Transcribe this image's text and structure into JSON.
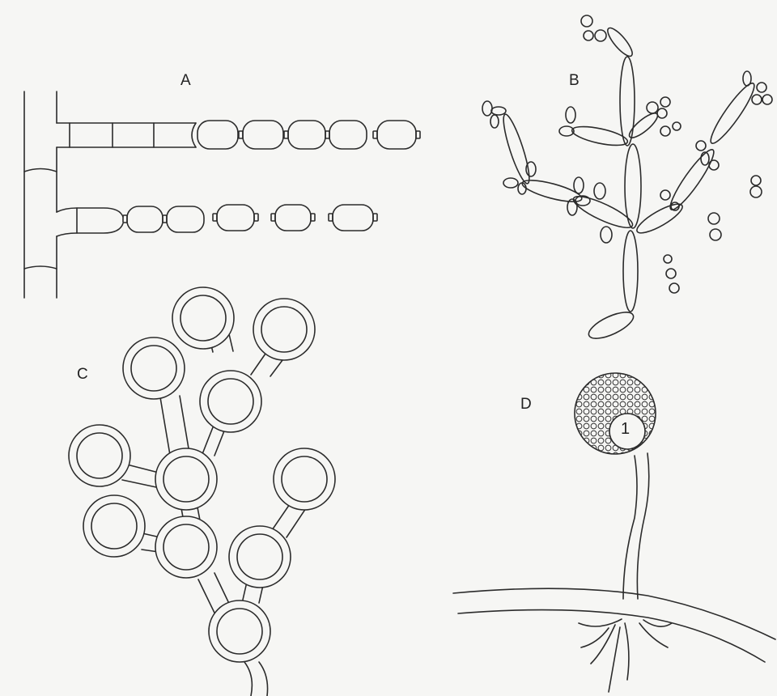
{
  "labels": {
    "panel_a": "A",
    "panel_b": "B",
    "panel_c": "C",
    "panel_d": "D",
    "marker_1": "1"
  },
  "colors": {
    "paper": "#f6f6f4",
    "ink": "#2b2b2b"
  }
}
